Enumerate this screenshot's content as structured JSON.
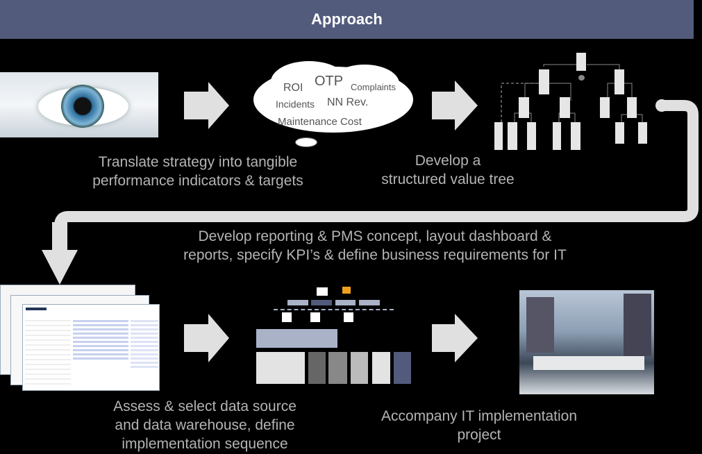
{
  "header": {
    "title": "Approach"
  },
  "cloud": {
    "kpis": [
      "ROI",
      "OTP",
      "Complaints",
      "Incidents",
      "NN Rev.",
      "Maintenance Cost"
    ]
  },
  "steps": [
    {
      "caption_lines": [
        "Translate strategy into tangible",
        "performance indicators & targets"
      ]
    },
    {
      "caption_lines": [
        "Develop a",
        "structured value tree"
      ]
    },
    {
      "caption_lines": [
        "Develop reporting & PMS concept, layout dashboard &",
        "reports, specify KPI’s & define business requirements for IT"
      ]
    },
    {
      "caption_lines": [
        "Assess & select data source",
        "and data warehouse, define",
        "implementation sequence"
      ]
    },
    {
      "caption_lines": [
        "Accompany IT implementation",
        "project"
      ]
    }
  ],
  "colors": {
    "header": "#525b7b",
    "caption": "#b4b4b4",
    "arrow": "#e0e0e0"
  }
}
